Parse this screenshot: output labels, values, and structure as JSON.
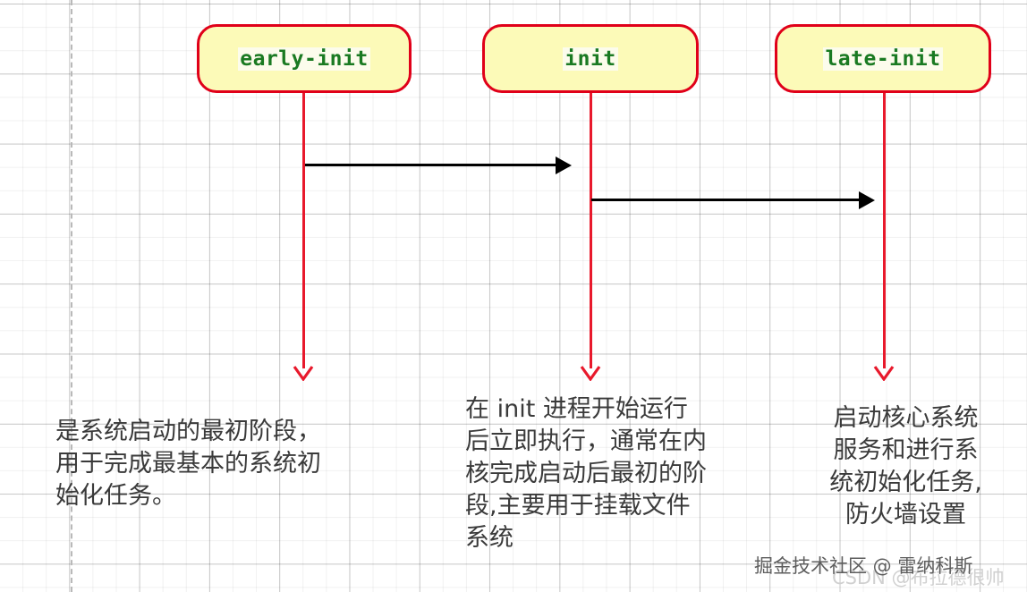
{
  "diagram": {
    "type": "sequence-diagram",
    "background": "grid-paper",
    "colors": {
      "box_fill": "#fcfab8",
      "box_border": "#e00019",
      "box_text": "#1a7a22",
      "lifeline": "#e8192c",
      "message": "#000000",
      "note_text": "#3a3a3a"
    },
    "participants": [
      {
        "id": "early-init",
        "label": "early-init"
      },
      {
        "id": "init",
        "label": "init"
      },
      {
        "id": "late-init",
        "label": "late-init"
      }
    ],
    "messages": [
      {
        "from": "early-init",
        "to": "init",
        "label": ""
      },
      {
        "from": "init",
        "to": "late-init",
        "label": ""
      }
    ],
    "notes": [
      {
        "for": "early-init",
        "align": "left",
        "text": "是系统启动的最初阶段，\n用于完成最基本的系统初\n始化任务。"
      },
      {
        "for": "init",
        "align": "left",
        "text": "在 init 进程开始运行\n后立即执行，通常在内\n核完成启动后最初的阶\n段,主要用于挂载文件\n系统"
      },
      {
        "for": "late-init",
        "align": "center",
        "text": "启动核心系统\n服务和进行系\n统初始化任务,\n防火墙设置"
      }
    ]
  },
  "watermarks": {
    "primary": "掘金技术社区 @ 雷纳科斯",
    "secondary": "CSDN @布拉德很帅"
  }
}
